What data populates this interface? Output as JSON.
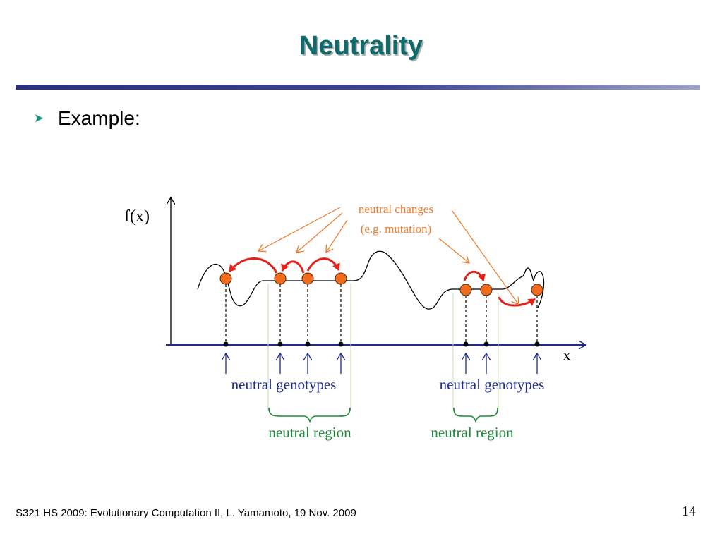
{
  "slide": {
    "title": "Neutrality",
    "bullet": "Example:",
    "footer": "S321 HS 2009: Evolutionary Computation II, L. Yamamoto, 19 Nov. 2009",
    "page_number": "14"
  },
  "diagram": {
    "y_axis_label": "f(x)",
    "x_axis_label": "x",
    "annotation_line1": "neutral changes",
    "annotation_line2": "(e.g. mutation)",
    "genotypes_label_left": "neutral genotypes",
    "genotypes_label_right": "neutral genotypes",
    "region_label_left": "neutral region",
    "region_label_right": "neutral region"
  },
  "colors": {
    "title": "#0f6b6b",
    "axis": "#1f2d8a",
    "point_fill": "#f26a1c",
    "mutation_arrow": "#e32119",
    "annotation": "#f07a2a",
    "genotype_label": "#1f2d8a",
    "region_label": "#1f8a3a"
  }
}
